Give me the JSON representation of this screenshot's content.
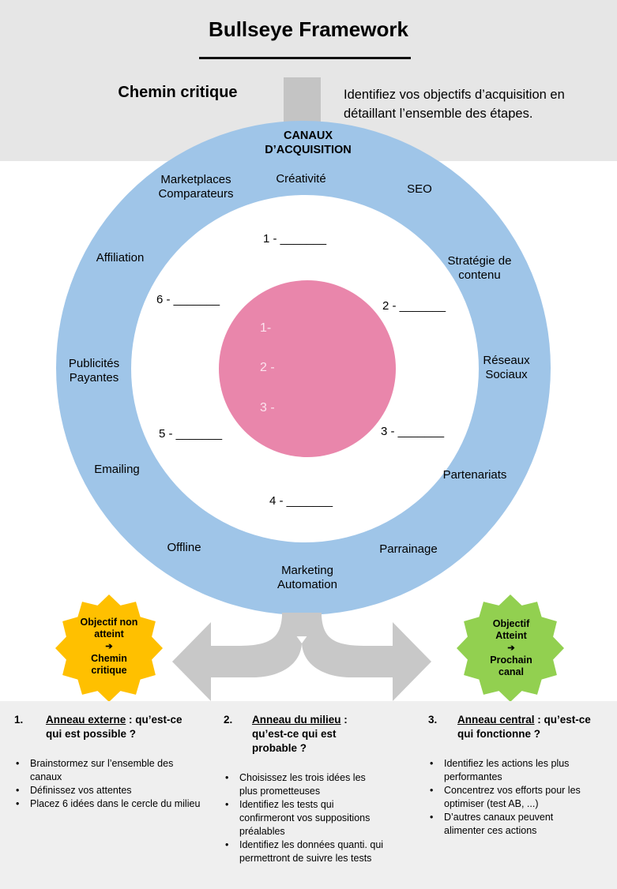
{
  "header": {
    "title": "Bullseye Framework",
    "critical_path_label": "Chemin critique",
    "critical_path_desc": "Identifiez vos objectifs d’acquisition en détaillant l’ensemble des étapes."
  },
  "colors": {
    "outer_ring": "#9fc5e8",
    "center_circle": "#e986ab",
    "badge_left": "#ffc000",
    "badge_right": "#92d050",
    "arrows": "#c8c8c8"
  },
  "rings": {
    "title_line1": "CANAUX",
    "title_line2": "D’ACQUISITION",
    "channels": {
      "marketplaces_l1": "Marketplaces",
      "marketplaces_l2": "Comparateurs",
      "creativite": "Créativité",
      "seo": "SEO",
      "strategie_l1": "Stratégie de",
      "strategie_l2": "contenu",
      "affiliation": "Affiliation",
      "publicites_l1": "Publicités",
      "publicites_l2": "Payantes",
      "reseaux_l1": "Réseaux",
      "reseaux_l2": "Sociaux",
      "emailing": "Emailing",
      "partenariats": "Partenariats",
      "offline": "Offline",
      "parrainage": "Parrainage",
      "marketing_l1": "Marketing",
      "marketing_l2": "Automation"
    },
    "middle_slots": [
      "1 - _______",
      "2 - _______",
      "3 - _______",
      "4 - _______",
      "5 - _______",
      "6 - _______"
    ],
    "center_slots": [
      "1-",
      "2 -",
      "3 -"
    ]
  },
  "badges": {
    "left": {
      "line1": "Objectif non",
      "line2": "atteint",
      "arrow": "➔",
      "line3": "Chemin",
      "line4": "critique"
    },
    "right": {
      "line1": "Objectif",
      "line2": "Atteint",
      "arrow": "➔",
      "line3": "Prochain",
      "line4": "canal"
    }
  },
  "columns": [
    {
      "number": "1.",
      "heading_underlined": "Anneau externe",
      "heading_rest": " : qu’est-ce qui est possible ?",
      "bullets": [
        "Brainstormez sur l’ensemble des canaux",
        "Définissez vos attentes",
        "Placez 6 idées dans le cercle du milieu"
      ]
    },
    {
      "number": "2.",
      "heading_underlined": "Anneau du milieu",
      "heading_rest": " : qu’est-ce qui est probable ?",
      "bullets": [
        "Choisissez les trois idées les plus prometteuses",
        "Identifiez les tests qui confirmeront vos suppositions préalables",
        "Identifiez les données quanti. qui permettront de suivre les tests"
      ]
    },
    {
      "number": "3.",
      "heading_underlined": "Anneau central",
      "heading_rest": " : qu’est-ce qui fonctionne ?",
      "bullets": [
        "Identifiez les actions les plus performantes",
        "Concentrez vos efforts pour les optimiser (test AB, ...)",
        "D’autres canaux peuvent alimenter ces actions"
      ]
    }
  ]
}
